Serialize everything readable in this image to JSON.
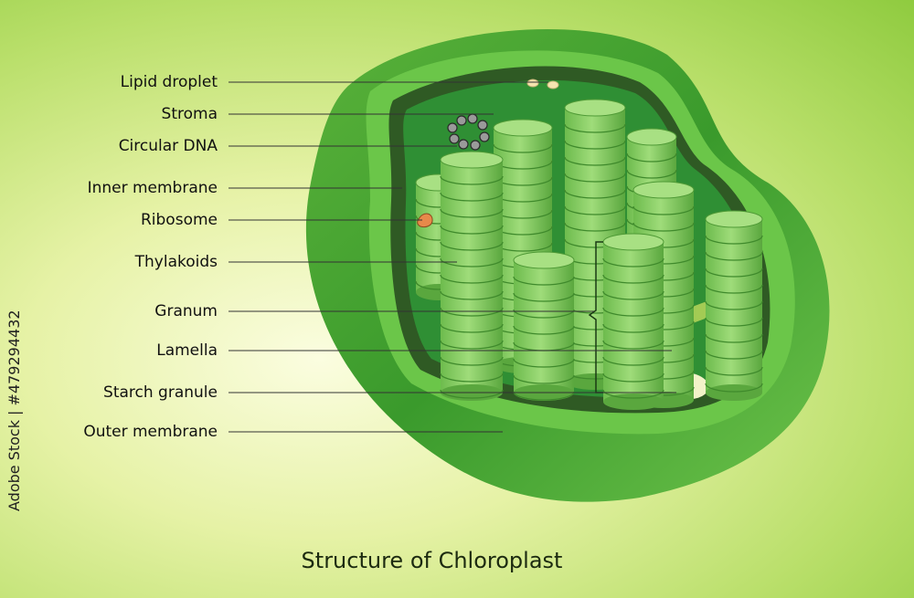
{
  "title": "Structure of Chloroplast",
  "stock_id": "Adobe Stock | #479294432",
  "labels": [
    "Lipid droplet",
    "Stroma",
    "Circular DNA",
    "Inner membrane",
    "Ribosome",
    "Thylakoids",
    "Granum",
    "Lamella",
    "Starch granule",
    "Outer membrane"
  ],
  "colors": {
    "outer_membrane": "#3d9c2c",
    "inner_membrane": "#5cbf3a",
    "intermembrane_dark": "#2f5a24",
    "stroma": "#2f8f34",
    "thylakoid": "#86cf63",
    "lamella": "#b7d65a",
    "starch": "#f2f2c8",
    "ribosome": "#e7894a"
  }
}
